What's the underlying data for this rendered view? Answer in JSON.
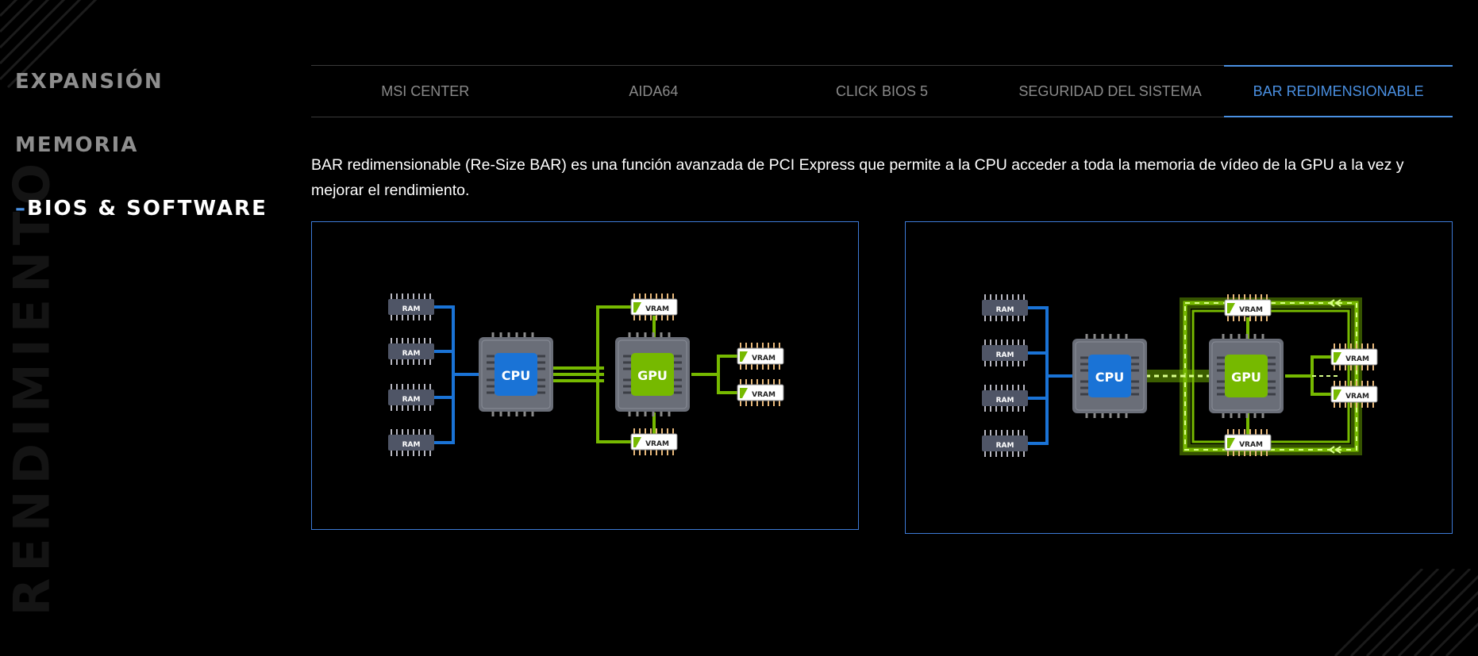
{
  "sidebar": {
    "items": [
      {
        "label": "EXPANSIÓN",
        "active": false
      },
      {
        "label": "MEMORIA",
        "active": false
      },
      {
        "label": "BIOS & SOFTWARE",
        "active": true,
        "marker": "–"
      }
    ],
    "watermark": "RENDIMIENTO"
  },
  "tabs": [
    {
      "label": "MSI CENTER",
      "active": false
    },
    {
      "label": "AIDA64",
      "active": false
    },
    {
      "label": "CLICK BIOS 5",
      "active": false
    },
    {
      "label": "SEGURIDAD DEL SISTEMA",
      "active": false
    },
    {
      "label": "BAR REDIMENSIONABLE",
      "active": true
    }
  ],
  "description": "BAR redimensionable (Re-Size BAR) es una función avanzada de PCI Express que permite a la CPU acceder a toda la memoria de vídeo de la GPU a la vez y mejorar el rendimiento.",
  "diagram": {
    "ram_label": "RAM",
    "cpu_label": "CPU",
    "gpu_label": "GPU",
    "vram_label": "VRAM"
  },
  "colors": {
    "accent": "#4a90e2",
    "cpu_blue": "#1a73d6",
    "gpu_green": "#76b900",
    "panel_border": "#3d7ad6"
  }
}
